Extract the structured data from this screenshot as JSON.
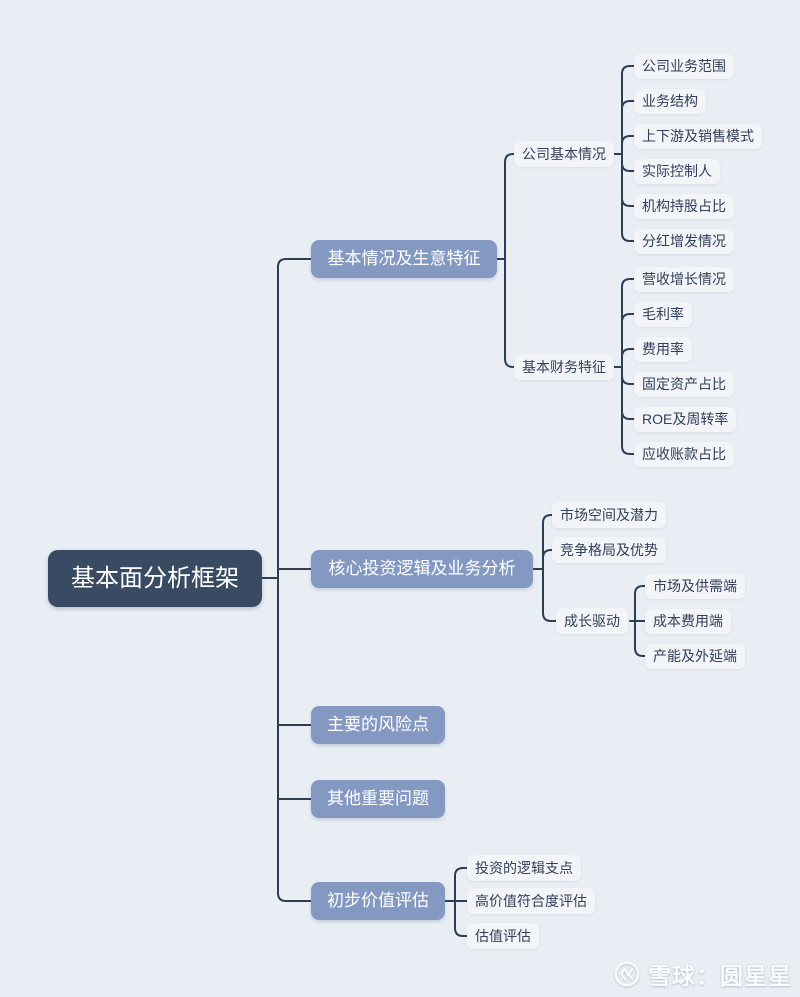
{
  "root": {
    "label": "基本面分析框架"
  },
  "branches": [
    {
      "label": "基本情况及生意特征",
      "children": [
        {
          "label": "公司基本情况",
          "children": [
            {
              "label": "公司业务范围"
            },
            {
              "label": "业务结构"
            },
            {
              "label": "上下游及销售模式"
            },
            {
              "label": "实际控制人"
            },
            {
              "label": "机构持股占比"
            },
            {
              "label": "分红增发情况"
            }
          ]
        },
        {
          "label": "基本财务特征",
          "children": [
            {
              "label": "营收增长情况"
            },
            {
              "label": "毛利率"
            },
            {
              "label": "费用率"
            },
            {
              "label": "固定资产占比"
            },
            {
              "label": "ROE及周转率"
            },
            {
              "label": "应收账款占比"
            }
          ]
        }
      ]
    },
    {
      "label": "核心投资逻辑及业务分析",
      "children": [
        {
          "label": "市场空间及潜力"
        },
        {
          "label": "竞争格局及优势"
        },
        {
          "label": "成长驱动",
          "children": [
            {
              "label": "市场及供需端"
            },
            {
              "label": "成本费用端"
            },
            {
              "label": "产能及外延端"
            }
          ]
        }
      ]
    },
    {
      "label": "主要的风险点"
    },
    {
      "label": "其他重要问题"
    },
    {
      "label": "初步价值评估",
      "children": [
        {
          "label": "投资的逻辑支点"
        },
        {
          "label": "高价值符合度评估"
        },
        {
          "label": "估值评估"
        }
      ]
    }
  ],
  "watermark": {
    "text": "雪球：圆星星",
    "logo": "xueqiu-logo"
  },
  "colors": {
    "background": "#e9eef4",
    "root_fill": "#394a63",
    "branch_fill": "#8499c2",
    "node_fill": "#f2f4f8",
    "node_text": "#334059",
    "line": "#2d3d54"
  }
}
